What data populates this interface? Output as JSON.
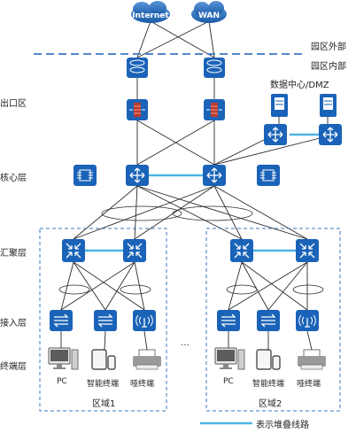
{
  "clouds": {
    "internet": "Internet",
    "wan": "WAN"
  },
  "zones": {
    "outside": "园区外部",
    "inside": "园区内部"
  },
  "layers": {
    "egress": "出口区",
    "core": "核心层",
    "aggregation": "汇聚层",
    "access": "接入层",
    "terminal": "终端层"
  },
  "datacenter": "数据中心/DMZ",
  "areas": {
    "area1": {
      "name": "区域1",
      "pc": "PC",
      "smart": "智能终端",
      "dumb": "哑终端"
    },
    "area2": {
      "name": "区域2",
      "pc": "PC",
      "smart": "智能终端",
      "dumb": "哑终端"
    }
  },
  "ellipsis": "…",
  "legend": {
    "stack_link": "表示堆叠线路"
  },
  "colors": {
    "device_blue": "#1a63b8",
    "firewall_red": "#c0392b",
    "stack_link": "#4fb3e4",
    "dashed_border": "#3a78c2",
    "line": "#2b2b2b"
  }
}
